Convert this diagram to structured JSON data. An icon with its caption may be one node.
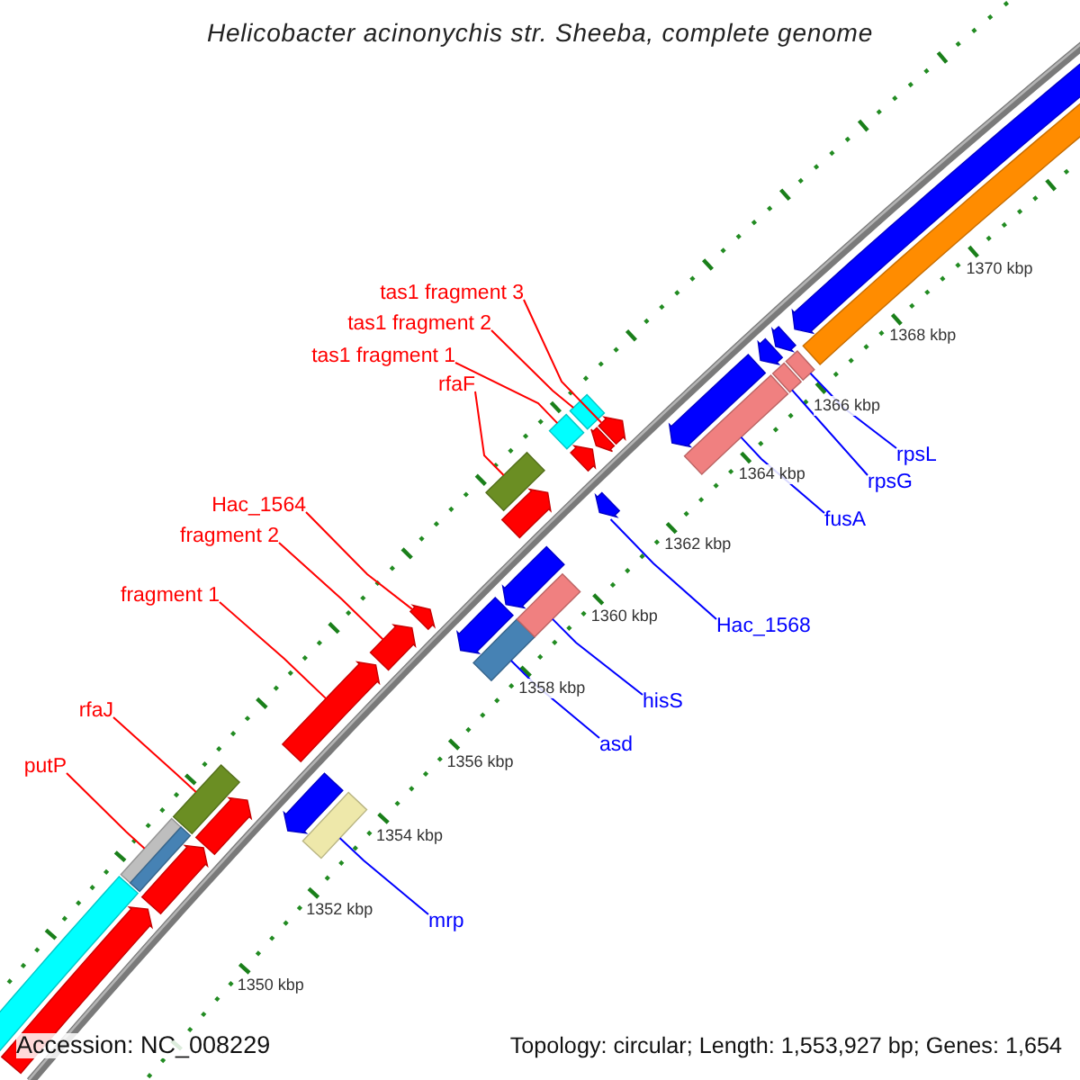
{
  "diagram": {
    "title": "Helicobacter acinonychis str. Sheeba, complete genome",
    "nodes": [
      {
        "text": [
          "tas1 fragment 3"
        ]
      },
      {
        "text": [
          "tas1 fragment 2"
        ]
      },
      {
        "text": [
          "tas1 fragment 1"
        ]
      },
      {
        "text": [
          "rfaF"
        ]
      },
      {
        "text": [
          "Hac_1564"
        ]
      },
      {
        "text": [
          "fragment 2"
        ]
      },
      {
        "text": [
          "fragment 1"
        ]
      },
      {
        "text": [
          "rfaJ"
        ]
      },
      {
        "text": [
          "putP"
        ]
      },
      {
        "text": [
          "rpsL"
        ]
      },
      {
        "text": [
          "rpsG"
        ]
      },
      {
        "text": [
          "fusA"
        ]
      },
      {
        "text": [
          "Hac_1568"
        ]
      },
      {
        "text": [
          "hisS"
        ]
      },
      {
        "text": [
          "asd"
        ]
      },
      {
        "text": [
          "mrp"
        ]
      },
      {
        "text": [],
        "shape": "bar"
      },
      {
        "text": [],
        "shape": "arrow"
      },
      {
        "text": [],
        "shape": "bar"
      },
      {
        "text": [],
        "shape": "bar"
      },
      {
        "text": [],
        "shape": "arrow"
      },
      {
        "text": [],
        "shape": "bar"
      },
      {
        "text": [],
        "shape": "arrow"
      },
      {
        "text": [],
        "shape": "arrow"
      },
      {
        "text": [],
        "shape": "bar"
      },
      {
        "text": [],
        "shape": "arrow"
      },
      {
        "text": [],
        "shape": "arrow"
      },
      {
        "text": [],
        "shape": "arrow"
      },
      {
        "text": [],
        "shape": "arrow"
      },
      {
        "text": [],
        "shape": "bar"
      },
      {
        "text": [],
        "shape": "bar"
      },
      {
        "text": [],
        "shape": "arrow"
      },
      {
        "text": [],
        "shape": "arrow"
      },
      {
        "text": [],
        "shape": "bar"
      },
      {
        "text": [],
        "shape": "arrow"
      },
      {
        "text": [],
        "shape": "bar"
      },
      {
        "text": [],
        "shape": "arrow"
      },
      {
        "text": [],
        "shape": "arrow"
      },
      {
        "text": [],
        "shape": "bar"
      },
      {
        "text": [],
        "shape": "arrow"
      },
      {
        "text": [],
        "shape": "arrow"
      },
      {
        "text": [],
        "shape": "bar"
      },
      {
        "text": [],
        "shape": "arrow"
      },
      {
        "text": [],
        "shape": "bar"
      },
      {
        "text": [],
        "shape": "arrow"
      },
      {
        "text": [],
        "shape": "bar"
      },
      {
        "text": [],
        "shape": "arrow"
      },
      {
        "text": [],
        "shape": "bar"
      }
    ],
    "edges": [
      {
        "from": 0,
        "to": 39,
        "arrow": "none"
      },
      {
        "from": 1,
        "to": 38,
        "arrow": "none"
      },
      {
        "from": 2,
        "to": 35,
        "arrow": "none"
      },
      {
        "from": 3,
        "to": 33,
        "arrow": "none"
      },
      {
        "from": 4,
        "to": 27,
        "arrow": "none"
      },
      {
        "from": 5,
        "to": 26,
        "arrow": "none"
      },
      {
        "from": 6,
        "to": 25,
        "arrow": "none"
      },
      {
        "from": 7,
        "to": 21,
        "arrow": "none"
      },
      {
        "from": 8,
        "to": 18,
        "arrow": "none"
      },
      {
        "from": 9,
        "to": 45,
        "arrow": "none",
        "color": "#0000ff"
      },
      {
        "from": 10,
        "to": 43,
        "arrow": "none",
        "color": "#0000ff"
      },
      {
        "from": 11,
        "to": 41,
        "arrow": "none",
        "color": "#0000ff"
      },
      {
        "from": 12,
        "to": 34,
        "arrow": "none",
        "color": "#0000ff"
      },
      {
        "from": 13,
        "to": 30,
        "arrow": "none",
        "color": "#0000ff"
      },
      {
        "from": 14,
        "to": 29,
        "arrow": "none",
        "color": "#0000ff"
      },
      {
        "from": 15,
        "to": 24,
        "arrow": "none",
        "color": "#0000ff"
      }
    ],
    "labels": [
      "1370 kbp",
      "1368 kbp",
      "1366 kbp",
      "1364 kbp",
      "1362 kbp",
      "1360 kbp",
      "1358 kbp",
      "1356 kbp",
      "1354 kbp",
      "1352 kbp",
      "1350 kbp",
      "Accession: NC_008229",
      "Topology: circular; Length: 1,553,927 bp; Genes: 1,654"
    ]
  }
}
